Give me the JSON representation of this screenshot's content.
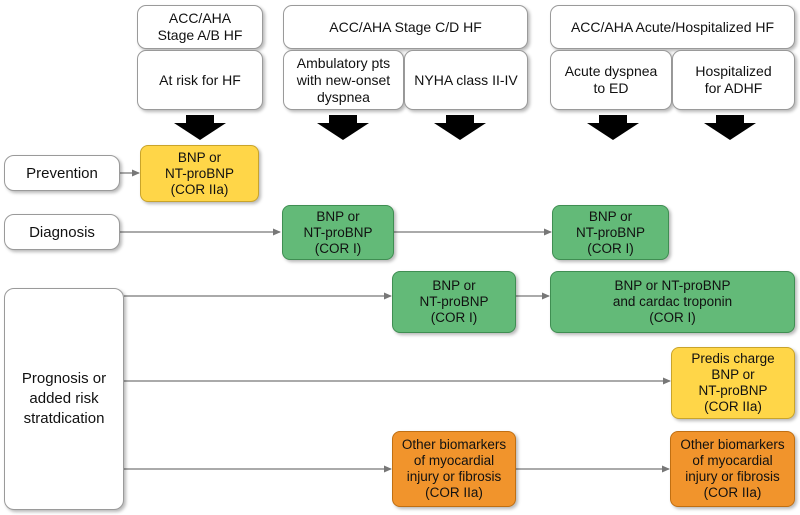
{
  "headers": {
    "stage_ab": "ACC/AHA\nStage A/B HF",
    "stage_cd": "ACC/AHA Stage C/D HF",
    "acute": "ACC/AHA Acute/Hospitalized HF"
  },
  "subheaders": {
    "at_risk": "At risk for HF",
    "ambulatory": "Ambulatory pts\nwith new-onset\ndyspnea",
    "nyha": "NYHA class II-IV",
    "acute_dyspnea": "Acute dyspnea\nto ED",
    "hospitalized": "Hospitalized\nfor ADHF"
  },
  "rows": {
    "prevention": "Prevention",
    "diagnosis": "Diagnosis",
    "prognosis": "Prognosis or\nadded risk\nstratdication"
  },
  "recommendations": {
    "prevention_bnp": "BNP or\nNT-proBNP\n(COR IIa)",
    "diagnosis_ambulatory": "BNP or\nNT-proBNP\n(COR I)",
    "diagnosis_acute": "BNP or\nNT-proBNP\n(COR I)",
    "prognosis_nyha": "BNP or\nNT-proBNP\n(COR I)",
    "prognosis_acute": "BNP or NT-proBNP\nand cardac troponin\n(COR I)",
    "predischarge": "Predis charge\nBNP or\nNT-proBNP\n(COR IIa)",
    "other_nyha": "Other biomarkers\nof myocardial\ninjury or fibrosis\n(COR IIa)",
    "other_hospitalized": "Other biomarkers\nof myocardial\ninjury or fibrosis\n(COR IIa)"
  },
  "colors": {
    "yellow": "#ffd648",
    "green": "#63ba78",
    "orange": "#f1942c",
    "arrow": "#000000",
    "connector": "#777777"
  }
}
